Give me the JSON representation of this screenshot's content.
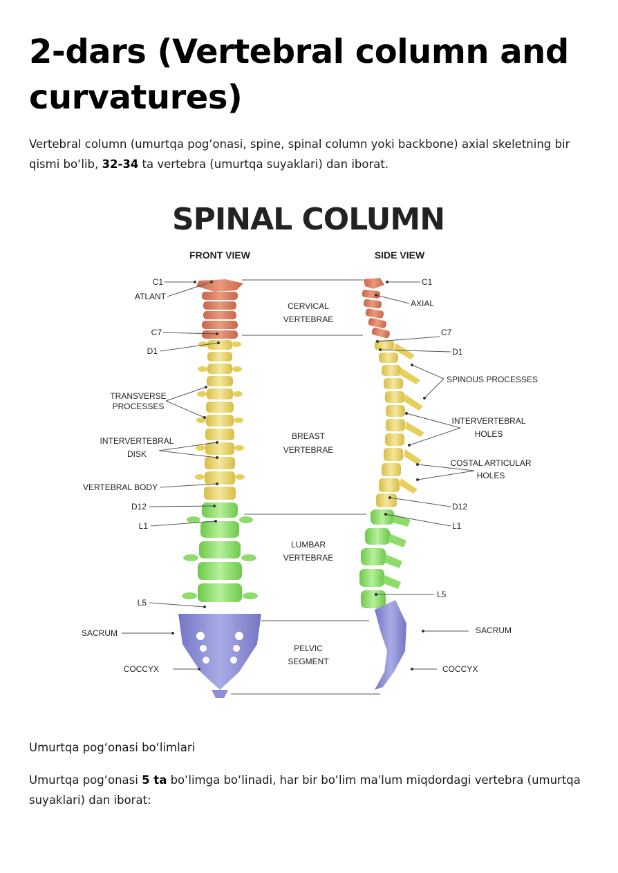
{
  "page": {
    "title": "2-dars (Vertebral column and curvatures)",
    "intro": {
      "before": "Vertebral column (umurtqa pog‘onasi, spine, spinal column yoki backbone) axial skeletning bir qismi bo‘lib, ",
      "bold": "32-34",
      "after": " ta vertebra (umurtqa suyaklari) dan iborat."
    },
    "subheading": "Umurtqa pog‘onasi bo‘limlari",
    "para2": {
      "before": "Umurtqa pog‘onasi ",
      "bold": "5 ta",
      "after": " bo‘limga bo‘linadi, har bir bo‘lim ma'lum miqdordagi vertebra (umurtqa suyaklari) dan iborat:"
    }
  },
  "figure": {
    "title": "SPINAL COLUMN",
    "front_view": "FRONT VIEW",
    "side_view": "SIDE VIEW",
    "sections": {
      "cervical": [
        "CERVICAL",
        "VERTEBRAE"
      ],
      "breast": [
        "BREAST",
        "VERTEBRAE"
      ],
      "lumbar": [
        "LUMBAR",
        "VERTEBRAE"
      ],
      "pelvic": [
        "PELVIC",
        "SEGMENT"
      ]
    },
    "front_labels": {
      "c1": "C1",
      "atlant": "ATLANT",
      "c7": "C7",
      "d1": "D1",
      "transverse": [
        "TRANSVERSE",
        "PROCESSES"
      ],
      "disk": [
        "INTERVERTEBRAL",
        "DISK"
      ],
      "body": "VERTEBRAL BODY",
      "d12": "D12",
      "l1": "L1",
      "l5": "L5",
      "sacrum": "SACRUM",
      "coccyx": "COCCYX"
    },
    "side_labels": {
      "c1": "C1",
      "axial": "AXIAL",
      "c7": "C7",
      "d1": "D1",
      "spinous": "SPINOUS PROCESSES",
      "holes": [
        "INTERVERTEBRAL",
        "HOLES"
      ],
      "costal": [
        "COSTAL ARTICULAR",
        "HOLES"
      ],
      "d12": "D12",
      "l1": "L1",
      "l5": "L5",
      "sacrum": "SACRUM",
      "coccyx": "COCCYX"
    },
    "colors": {
      "cervical": "#d9785a",
      "thoracic": "#e8d26a",
      "lumbar": "#8fdc6a",
      "sacral": "#8c8ed6",
      "disk": "#b59a5a"
    }
  }
}
